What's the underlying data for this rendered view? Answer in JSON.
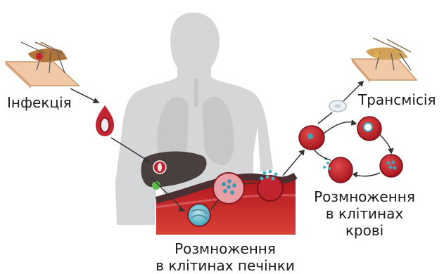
{
  "labels": {
    "infection": "Інфекція",
    "transmission": "Трансмісія",
    "blood_stage_line1": "Розмноження",
    "blood_stage_line2": "в клітинах",
    "blood_stage_line3": "крові",
    "liver_stage_line1": "Розмноження",
    "liver_stage_line2": "в клітинах печінки"
  }
}
